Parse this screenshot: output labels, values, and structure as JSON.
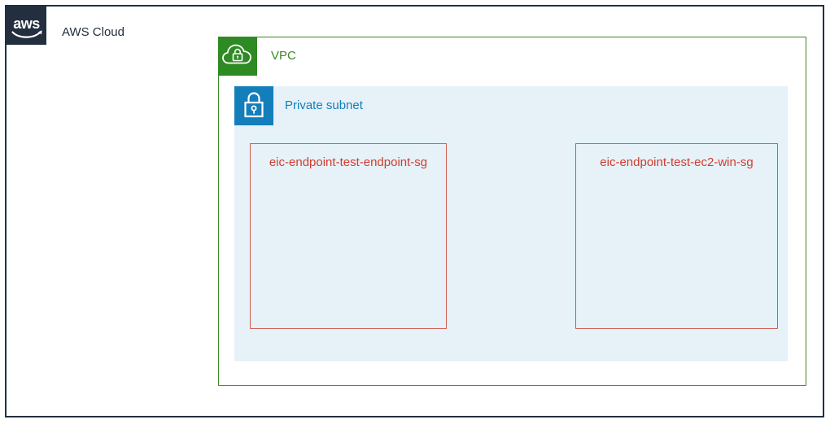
{
  "diagram": {
    "aws_cloud": {
      "label": "AWS Cloud",
      "logo_text": "aws",
      "frame_color": "#232F3E",
      "logo_bg_color": "#232F3E",
      "icon": "aws-logo"
    },
    "vpc": {
      "label": "VPC",
      "border_color": "#3F8624",
      "icon_bg_color": "#2E8A22",
      "text_color": "#3F8624",
      "icon": "vpc-cloud-lock-icon"
    },
    "private_subnet": {
      "label": "Private subnet",
      "fill_color": "#E6F1F8",
      "icon_bg_color": "#147EBA",
      "text_color": "#147EBA",
      "icon": "lock-icon"
    },
    "security_groups": [
      {
        "label": "eic-endpoint-test-endpoint-sg",
        "border_color": "#CD5F50",
        "text_color": "#D23C2D"
      },
      {
        "label": "eic-endpoint-test-ec2-win-sg",
        "border_color": "#CD5F50",
        "text_color": "#D23C2D"
      }
    ]
  }
}
